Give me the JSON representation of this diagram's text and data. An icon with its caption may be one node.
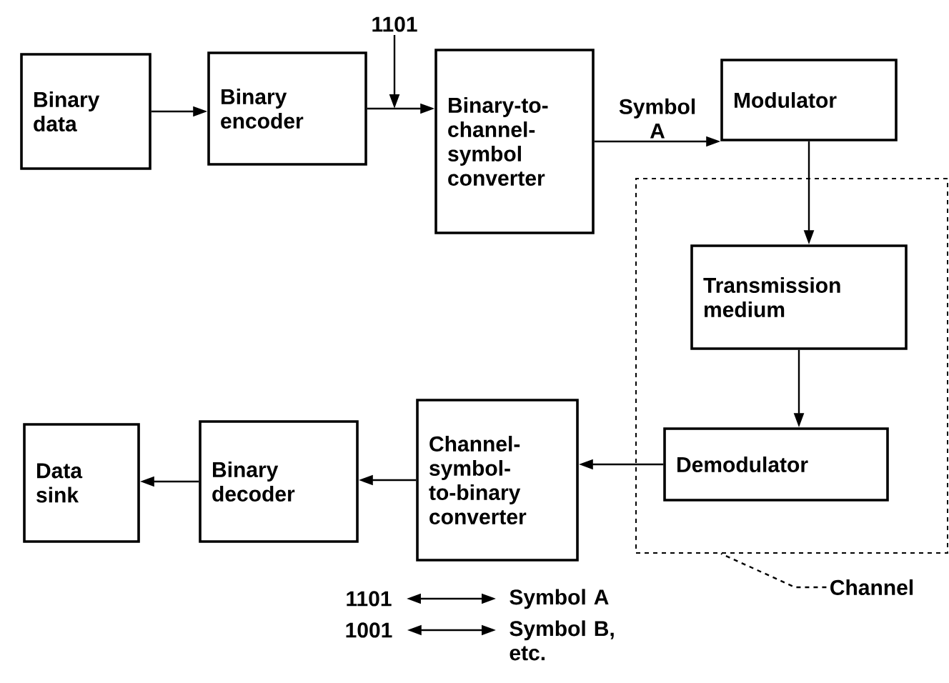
{
  "diagram": {
    "nodes": [
      {
        "text": [
          "Binary data"
        ]
      },
      {
        "text": [
          "Binary encoder"
        ]
      },
      {
        "text": [
          "Binary-to-channel-symbol converter"
        ]
      },
      {
        "text": [
          "Modulator"
        ]
      },
      {
        "text": [],
        "shape": "box"
      },
      {
        "text": [
          "Transmission medium"
        ],
        "in": 4
      },
      {
        "text": [
          "Demodulator"
        ],
        "in": 4
      },
      {
        "text": [
          "Channel-symbol-to-binary converter"
        ]
      },
      {
        "text": [
          "Binary decoder"
        ]
      },
      {
        "text": [
          "Data sink"
        ]
      },
      {
        "text": [
          "Channel"
        ]
      },
      {
        "text": [
          "1101"
        ]
      },
      {
        "text": [
          "1101"
        ]
      },
      {
        "text": [
          "Symbol A"
        ]
      },
      {
        "text": [
          "1001"
        ]
      },
      {
        "text": [
          "Symbol B, etc."
        ]
      }
    ],
    "edges": [
      {
        "from": 0,
        "to": 1,
        "arrow": "to"
      },
      {
        "from": 1,
        "to": 2,
        "arrow": "to"
      },
      {
        "from": 2,
        "to": 3,
        "arrow": "to",
        "label": "Symbol A"
      },
      {
        "from": 3,
        "to": 5,
        "arrow": "to"
      },
      {
        "from": 5,
        "to": 6,
        "arrow": "to"
      },
      {
        "from": 6,
        "to": 7,
        "arrow": "to"
      },
      {
        "from": 7,
        "to": 8,
        "arrow": "to"
      },
      {
        "from": 8,
        "to": 9,
        "arrow": "to"
      },
      {
        "from": 11,
        "to": null,
        "arrow": "to"
      },
      {
        "from": 10,
        "to": 4,
        "arrow": "none",
        "style": "dashed"
      },
      {
        "from": 12,
        "to": 13,
        "arrow": "both"
      },
      {
        "from": 14,
        "to": 15,
        "arrow": "both"
      }
    ]
  }
}
